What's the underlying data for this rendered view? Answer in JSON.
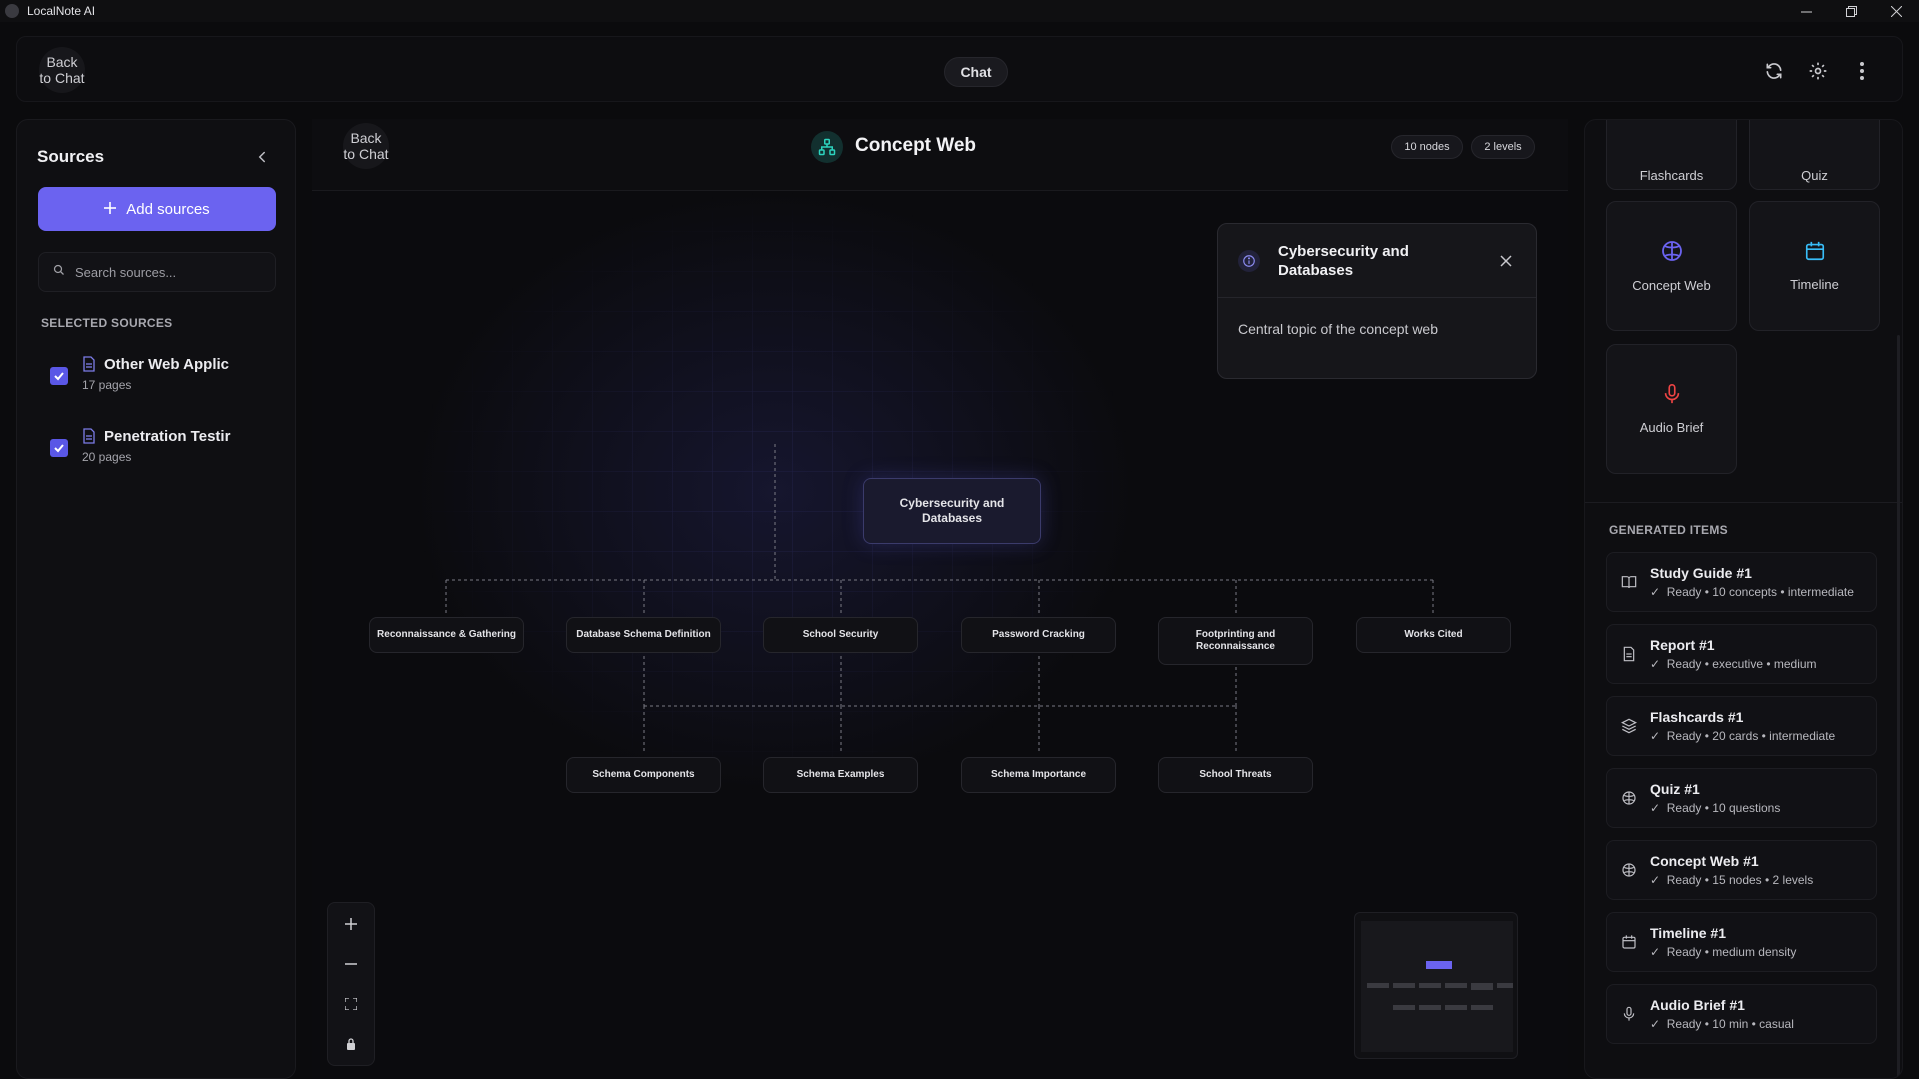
{
  "window": {
    "title": "LocalNote AI"
  },
  "topbar": {
    "back_label": "Back to Chat",
    "chat_label": "Chat"
  },
  "sources": {
    "title": "Sources",
    "add_label": "Add sources",
    "search_placeholder": "Search sources...",
    "selected_label": "SELECTED SOURCES",
    "items": [
      {
        "name": "Other Web Applic",
        "pages": "17 pages"
      },
      {
        "name": "Penetration Testir",
        "pages": "20 pages"
      }
    ]
  },
  "concept_web": {
    "back_label": "Back to Chat",
    "title": "Concept Web",
    "nodes_badge": "10 nodes",
    "levels_badge": "2 levels",
    "central": "Cybersecurity and Databases",
    "level1": [
      "Reconnaissance & Gathering",
      "Database Schema Definition",
      "School Security",
      "Password Cracking",
      "Footprinting and Reconnaissance",
      "Works Cited"
    ],
    "level2": [
      "Schema Components",
      "Schema Examples",
      "Schema Importance",
      "School Threats"
    ],
    "info": {
      "title": "Cybersecurity and Databases",
      "description": "Central topic of the concept web"
    }
  },
  "studio": {
    "tiles": [
      {
        "label": "Flashcards",
        "icon": "flashcards-icon"
      },
      {
        "label": "Quiz",
        "icon": "quiz-icon"
      },
      {
        "label": "Concept Web",
        "icon": "brain-icon",
        "color": "#6b63f0"
      },
      {
        "label": "Timeline",
        "icon": "calendar-icon",
        "color": "#38bdf8"
      },
      {
        "label": "Audio Brief",
        "icon": "microphone-icon",
        "color": "#ef4444"
      }
    ],
    "generated_label": "GENERATED ITEMS",
    "items": [
      {
        "title": "Study Guide #1",
        "meta": "Ready • 10 concepts • intermediate",
        "icon": "book-icon"
      },
      {
        "title": "Report #1",
        "meta": "Ready • executive • medium",
        "icon": "document-icon"
      },
      {
        "title": "Flashcards #1",
        "meta": "Ready • 20 cards • intermediate",
        "icon": "layers-icon"
      },
      {
        "title": "Quiz #1",
        "meta": "Ready • 10 questions",
        "icon": "brain-icon"
      },
      {
        "title": "Concept Web #1",
        "meta": "Ready • 15 nodes • 2 levels",
        "icon": "brain-icon"
      },
      {
        "title": "Timeline #1",
        "meta": "Ready • medium density",
        "icon": "calendar-icon"
      },
      {
        "title": "Audio Brief #1",
        "meta": "Ready • 10 min • casual",
        "icon": "microphone-icon"
      }
    ]
  },
  "colors": {
    "accent": "#6b63f0",
    "background": "#0b0b0d",
    "teal": "#2dd4bf"
  }
}
